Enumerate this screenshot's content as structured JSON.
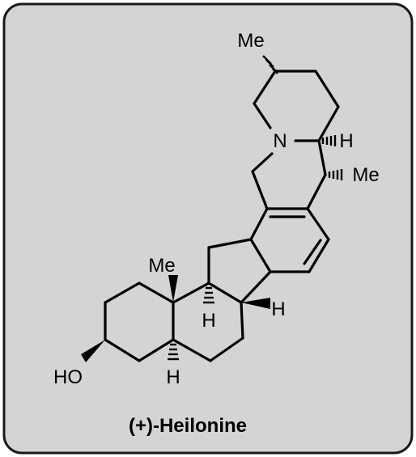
{
  "compound": {
    "name": "(+)-Heilonine"
  },
  "atom_labels": {
    "me_top": "Me",
    "n": "N",
    "h_right": "H",
    "me_right": "Me",
    "me_left": "Me",
    "h_mid_a": "H",
    "h_mid_b": "H",
    "h_bottom": "H",
    "ho": "HO"
  },
  "colors": {
    "panel_fill": "#d4d4d4",
    "panel_border": "#1a1a1a",
    "ink": "#000000"
  }
}
